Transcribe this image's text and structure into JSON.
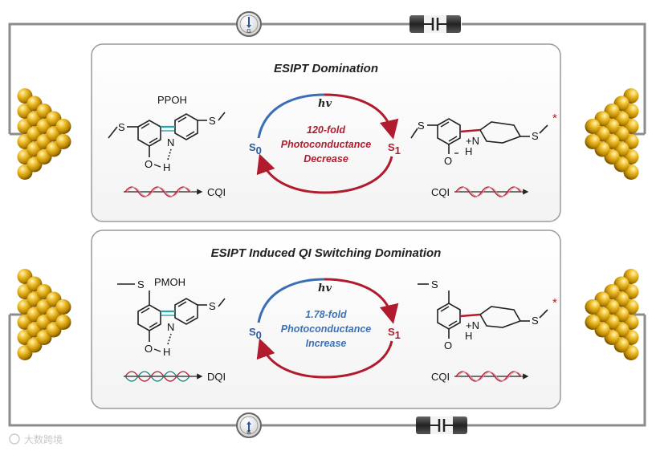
{
  "panels": [
    {
      "title": "ESIPT Domination",
      "left_molecule": "PPOH",
      "right_molecule": "",
      "hv": "hv",
      "s0": "S",
      "s0_sub": "0",
      "s1": "S",
      "s1_sub": "1",
      "center_lines": [
        "120-fold",
        "Photoconductance",
        "Decrease"
      ],
      "left_qi": "CQI",
      "right_qi": "CQI",
      "star": "*"
    },
    {
      "title": "ESIPT Induced QI Switching Domination",
      "left_molecule": "PMOH",
      "right_molecule": "",
      "hv": "hv",
      "s0": "S",
      "s0_sub": "0",
      "s1": "S",
      "s1_sub": "1",
      "center_lines": [
        "1.78-fold",
        "Photoconductance",
        "Increase"
      ],
      "left_qi": "DQI",
      "right_qi": "CQI",
      "star": "*"
    }
  ],
  "atoms": {
    "S": "S",
    "N": "N",
    "O": "O",
    "H": "H",
    "N_plus": "+N",
    "O_minus": "O"
  },
  "meter_label": "G",
  "watermark": "大数跨境",
  "colors": {
    "blue_arrow": "#3a6fb5",
    "red_arrow": "#b01c2e",
    "gold": "#d8a418",
    "panel_border": "#9a9a9a",
    "wire": "#8a8a8a"
  }
}
